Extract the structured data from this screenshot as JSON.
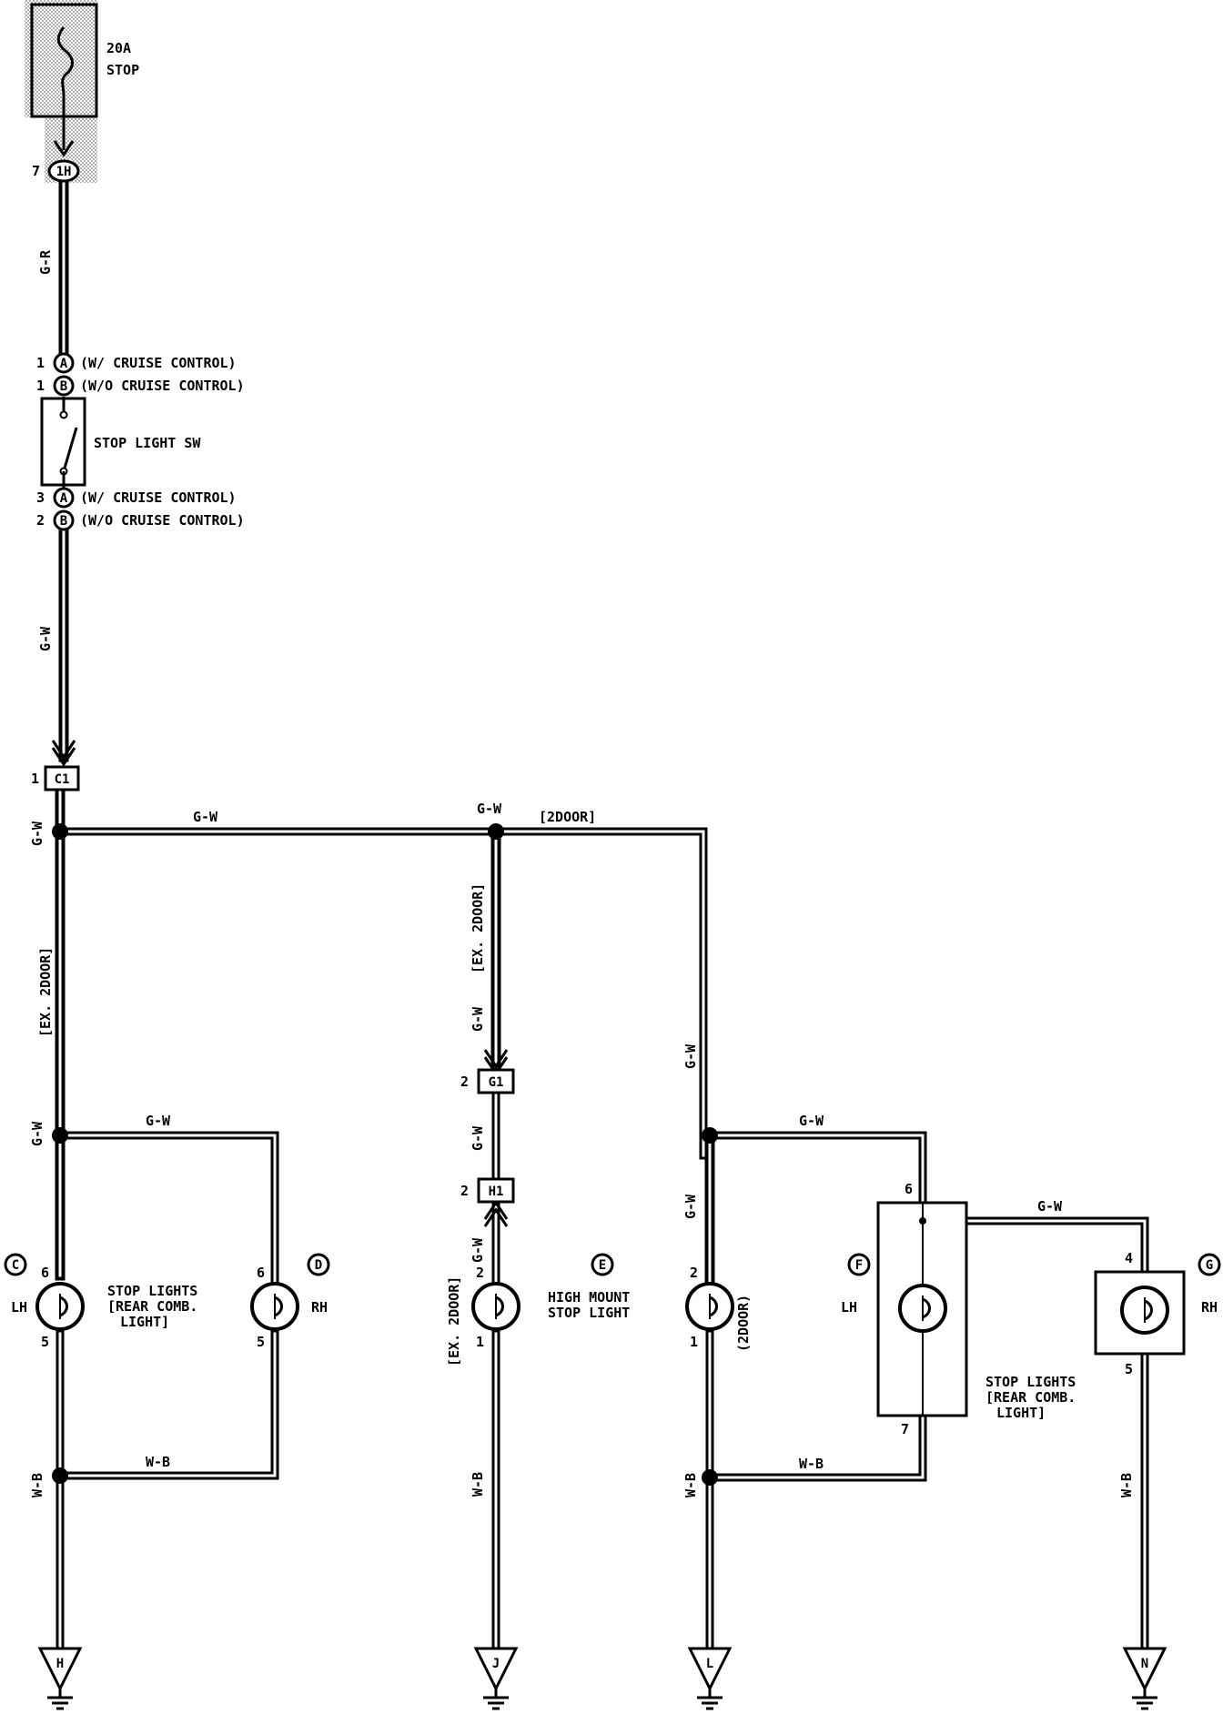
{
  "fuse": {
    "rating": "20A",
    "name": "STOP"
  },
  "connectors": {
    "j1h": {
      "code": "1H",
      "pin": "7"
    },
    "c1": {
      "code": "C1",
      "pin": "1"
    },
    "g1": {
      "code": "G1",
      "pin": "2"
    },
    "h1": {
      "code": "H1",
      "pin": "2"
    }
  },
  "stop_switch": {
    "name": "STOP LIGHT SW",
    "in_a_pin": "1",
    "in_a_code": "A",
    "in_a_note": "(W/ CRUISE CONTROL)",
    "in_b_pin": "1",
    "in_b_code": "B",
    "in_b_note": "(W/O CRUISE CONTROL)",
    "out_a_pin": "3",
    "out_a_code": "A",
    "out_a_note": "(W/ CRUISE CONTROL)",
    "out_b_pin": "2",
    "out_b_code": "B",
    "out_b_note": "(W/O CRUISE CONTROL)"
  },
  "wire_colors": {
    "gr": "G-R",
    "gw": "G-W",
    "wb": "W-B"
  },
  "conditions": {
    "two_door": "[2DOOR]",
    "ex_two_door": "[EX. 2DOOR]",
    "two_door_paren": "(2DOOR)"
  },
  "components": {
    "C": {
      "code": "C",
      "side": "LH",
      "pin_in": "6",
      "pin_out": "5"
    },
    "D": {
      "code": "D",
      "side": "RH",
      "pin_in": "6",
      "pin_out": "5"
    },
    "E": {
      "code": "E",
      "pin_in": "2",
      "pin_out": "1",
      "name_line1": "HIGH MOUNT",
      "name_line2": "STOP LIGHT"
    },
    "L2": {
      "pin_in": "2",
      "pin_out": "1"
    },
    "F": {
      "code": "F",
      "side": "LH",
      "pin_in": "6",
      "pin_out": "7"
    },
    "G": {
      "code": "G",
      "side": "RH",
      "pin_in": "4",
      "pin_out": "5"
    }
  },
  "stop_lights_label": {
    "line1": "STOP LIGHTS",
    "line2": "[REAR COMB.",
    "line3": "LIGHT]"
  },
  "grounds": {
    "H": "H",
    "J": "J",
    "L": "L",
    "N": "N"
  }
}
